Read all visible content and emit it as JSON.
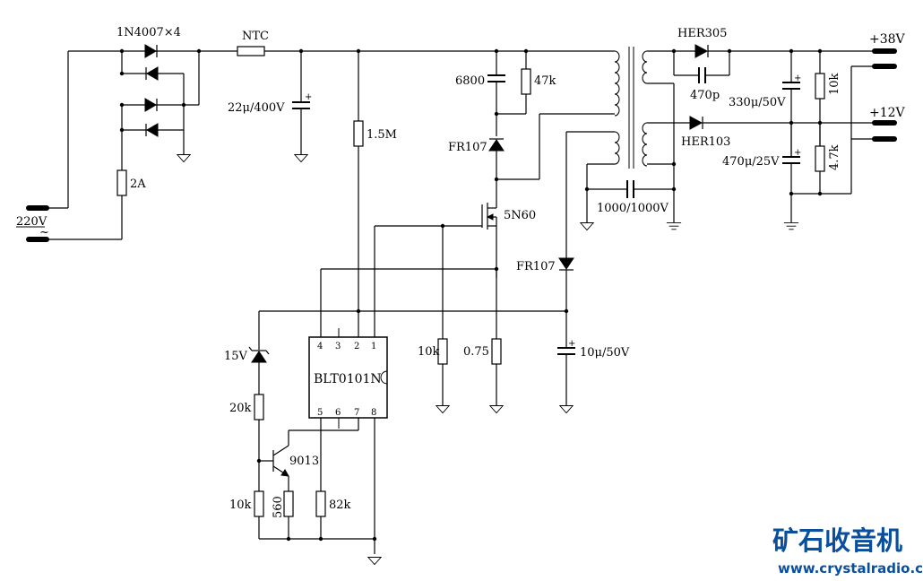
{
  "labels": {
    "bridge": "1N4007×4",
    "ntc": "NTC",
    "cap_bulk": "22μ/400V",
    "r_start": "1.5M",
    "fuse": "2A",
    "mains": "220V",
    "mains_ac": "~",
    "cap_snub": "6800",
    "r_snub": "47k",
    "d_snub": "FR107",
    "mosfet": "5N60",
    "d_aux": "FR107",
    "cap_aux": "10μ/50V",
    "zener": "15V",
    "r20k": "20k",
    "r10k_gate": "10k",
    "r_sense": "0.75",
    "transistor": "9013",
    "r10k_base": "10k",
    "r560": "560",
    "r82k": "82k",
    "d38": "HER305",
    "c470p": "470p",
    "c330": "330μ/50V",
    "r10k_out": "10k",
    "rail38": "+38V",
    "d12": "HER103",
    "c470u": "470μ/25V",
    "r47k_out": "4.7k",
    "rail12": "+12V",
    "c_y": "1000/1000V"
  },
  "chip": {
    "name": "BLT0101N",
    "pins_top": [
      "4",
      "3",
      "2",
      "1"
    ],
    "pins_bottom": [
      "5",
      "6",
      "7",
      "8"
    ]
  },
  "watermark": {
    "brand": "矿石收音机",
    "url": "www.crystalradio.cn"
  }
}
